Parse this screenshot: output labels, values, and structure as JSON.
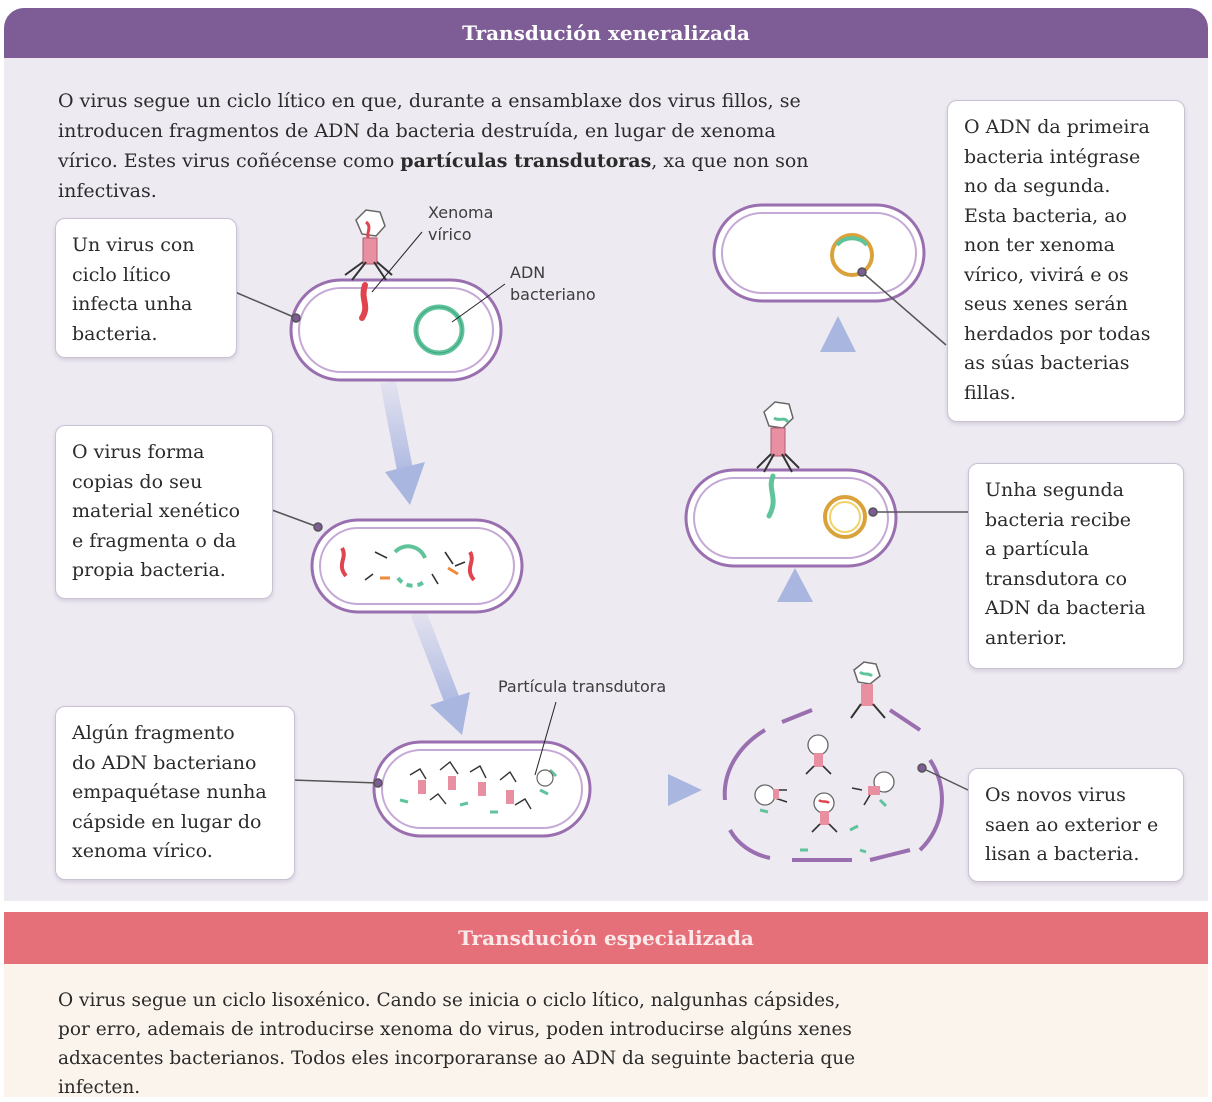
{
  "general": {
    "title": "Transdución xeneralizada",
    "intro": {
      "part1": "O virus segue un ciclo lítico en que, durante a ensamblaxe dos virus fillos, se introducen fragmentos de ADN da bacteria destruída, en lugar de xenoma vírico. Estes virus coñécense como ",
      "bold": "partículas transdutoras",
      "part2": ", xa que non son infectivas."
    },
    "steps": {
      "step1": [
        "Un virus con",
        "ciclo lítico",
        "infecta unha",
        "bacteria."
      ],
      "step2": [
        "O virus forma",
        "copias do seu",
        "material xenético",
        "e fragmenta o da",
        "propia bacteria."
      ],
      "step3": [
        "Algún fragmento",
        "do ADN bacteriano",
        "empaquétase nunha",
        "cápside en lugar do",
        "xenoma vírico."
      ],
      "step4": [
        "Os novos virus",
        "saen ao exterior e",
        "lisan a bacteria."
      ],
      "step5": [
        "Unha segunda",
        "bacteria recibe",
        "a partícula",
        "transdutora co",
        "ADN da bacteria",
        "anterior."
      ],
      "step6": [
        "O ADN da primeira",
        "bacteria intégrase",
        "no da segunda.",
        "Esta bacteria, ao",
        "non ter xenoma",
        "vírico, vivirá e os",
        "seus xenes serán",
        "herdados por todas",
        "as súas bacterias",
        "fillas."
      ]
    },
    "labels": {
      "viral_genome": [
        "Xenoma",
        "vírico"
      ],
      "bacterial_dna": [
        "ADN",
        "bacteriano"
      ],
      "transducing_particle": "Partícula transdutora"
    }
  },
  "specialized": {
    "title": "Transdución especializada",
    "text": "O virus segue un ciclo lisoxénico. Cando se inicia o ciclo lítico, nalgunhas cápsides, por erro, ademais de introducirse xenoma do virus, poden introducirse algúns xenes adxacentes bacterianos. Todos eles incorporaranse ao ADN da seguinte bacteria que infecten."
  },
  "colors": {
    "header_general": "#7e5c96",
    "header_specialized": "#e5707a",
    "membrane": "#9a6fb0",
    "viral_dna": "#e0444e",
    "bacterial_dna": "#5fc49b",
    "donor_dna": "#d9a23a",
    "arrow": "#a9b6e0"
  }
}
